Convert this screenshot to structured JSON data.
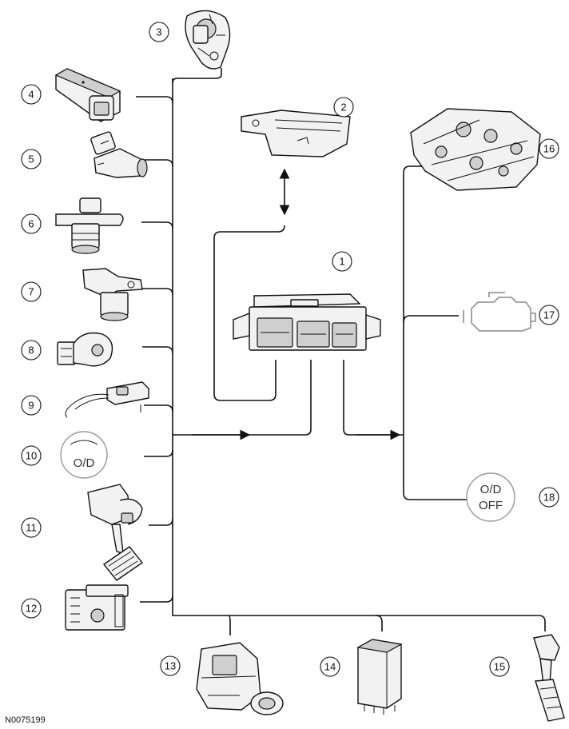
{
  "diagram": {
    "reference_code": "N0075199",
    "callouts": [
      {
        "id": "1",
        "part": "module"
      },
      {
        "id": "2",
        "part": "connector-bracket"
      },
      {
        "id": "3",
        "part": "sensor-3"
      },
      {
        "id": "4",
        "part": "sensor-4"
      },
      {
        "id": "5",
        "part": "sensor-5"
      },
      {
        "id": "6",
        "part": "sensor-6"
      },
      {
        "id": "7",
        "part": "sensor-7"
      },
      {
        "id": "8",
        "part": "sensor-8"
      },
      {
        "id": "9",
        "part": "sensor-9"
      },
      {
        "id": "10",
        "part": "od-switch"
      },
      {
        "id": "11",
        "part": "brake-pedal-switch"
      },
      {
        "id": "12",
        "part": "solenoid"
      },
      {
        "id": "13",
        "part": "ignition-switch"
      },
      {
        "id": "14",
        "part": "relay"
      },
      {
        "id": "15",
        "part": "accelerator-pedal"
      },
      {
        "id": "16",
        "part": "valve-body"
      },
      {
        "id": "17",
        "part": "engine-lamp"
      },
      {
        "id": "18",
        "part": "od-off-lamp"
      }
    ],
    "od_button": {
      "text": "O/D"
    },
    "od_off_lamp": {
      "line1": "O/D",
      "line2": "OFF"
    },
    "icons": {
      "engine_lamp": "check-engine-icon"
    }
  }
}
